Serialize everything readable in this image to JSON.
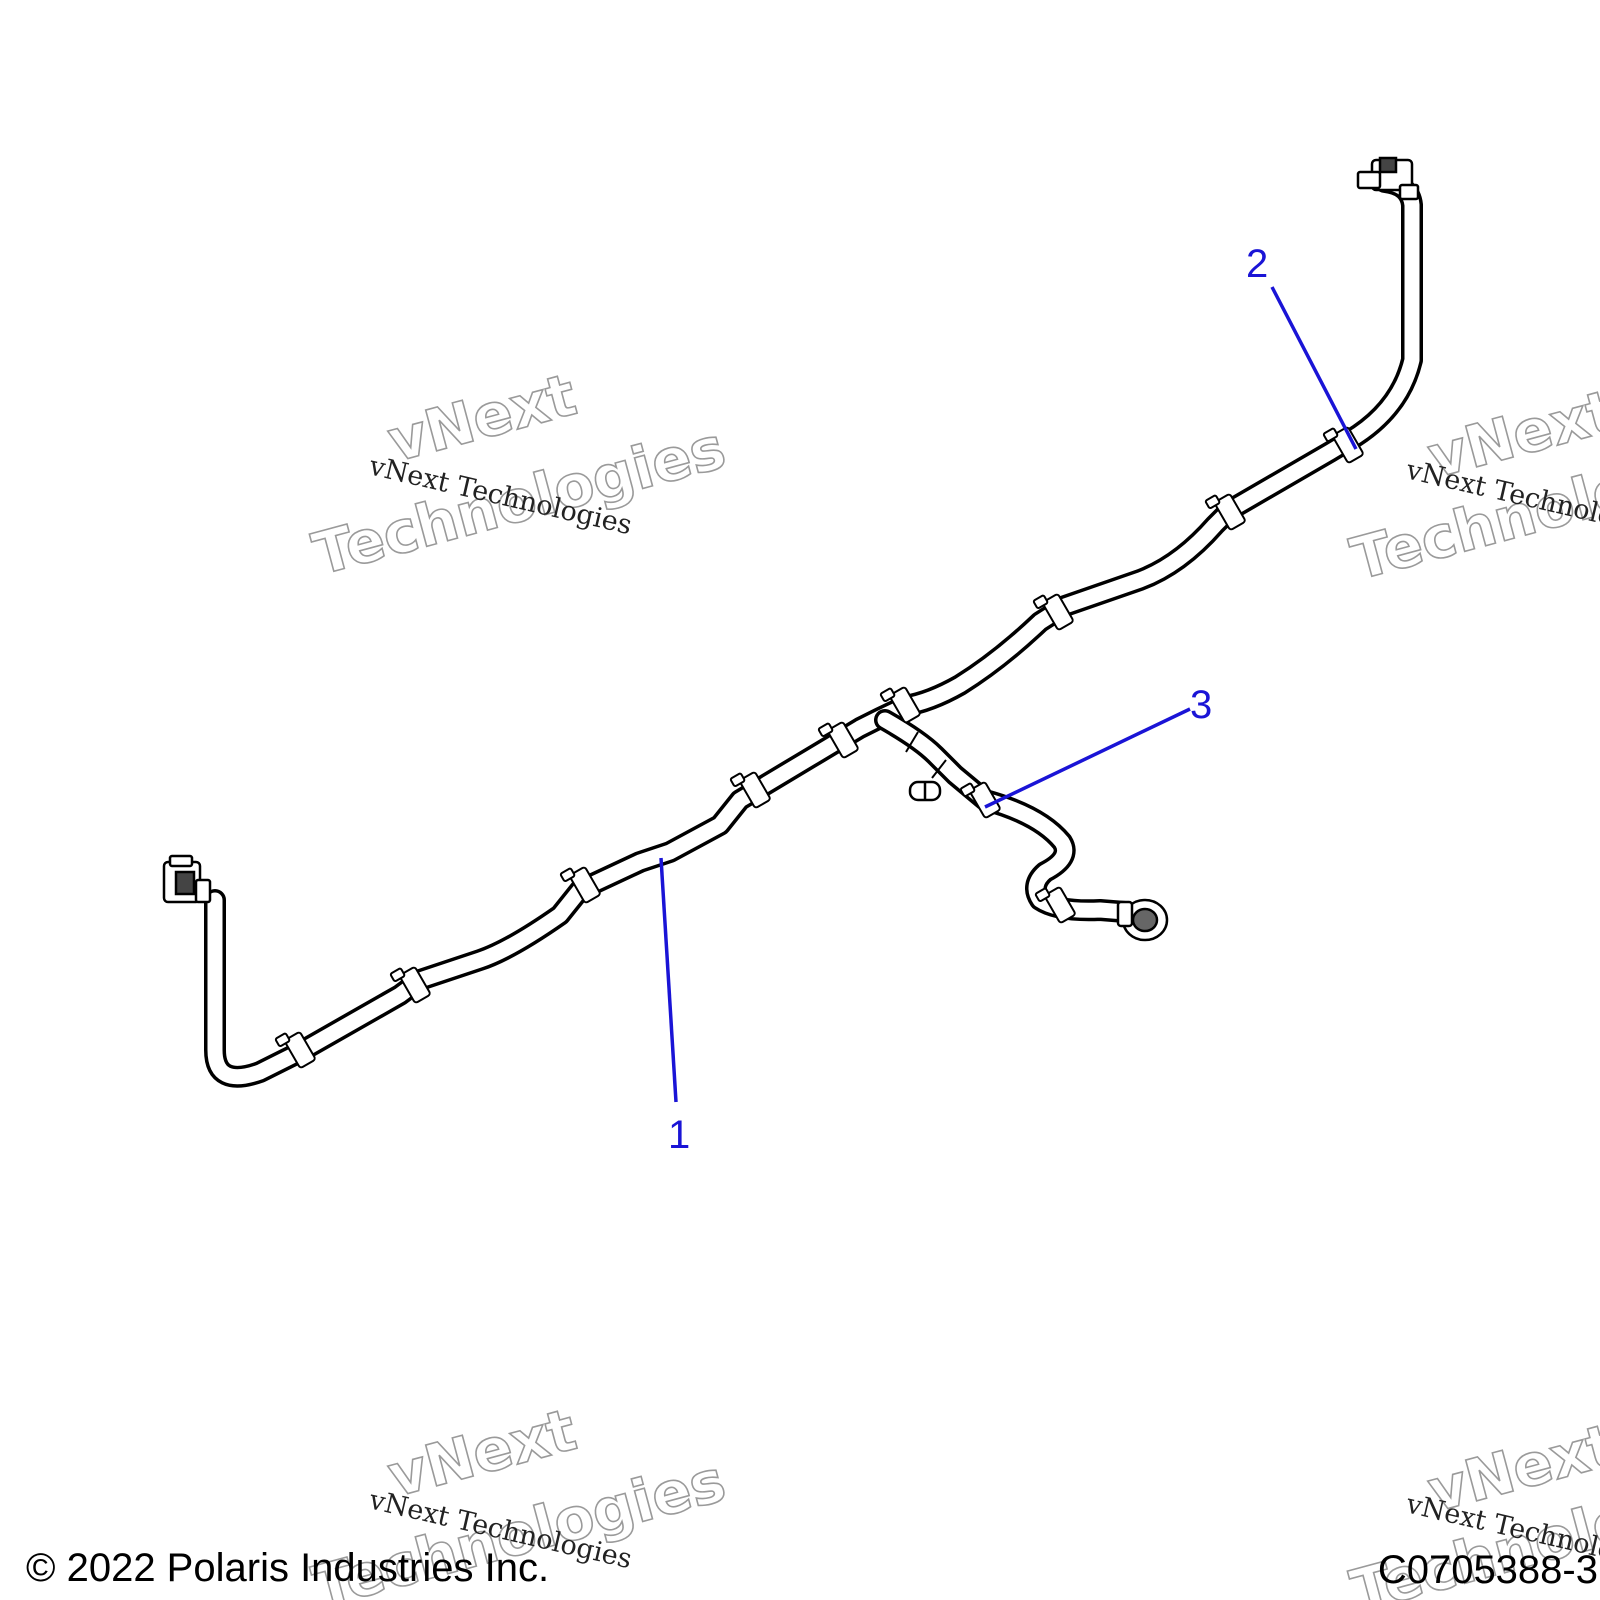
{
  "callouts": [
    {
      "id": "1",
      "label": "1"
    },
    {
      "id": "2",
      "label": "2"
    },
    {
      "id": "3",
      "label": "3"
    }
  ],
  "watermark": {
    "line_small": "vNext Technologies",
    "line_big_1": "vNext",
    "line_big_2": "Technologies"
  },
  "footer": {
    "copyright": "© 2022 Polaris Industries Inc.",
    "figure_id": "C0705388-3"
  },
  "colors": {
    "callout": "#1a14d6",
    "line": "#000000",
    "watermark_outline": "#9a9a9a"
  }
}
